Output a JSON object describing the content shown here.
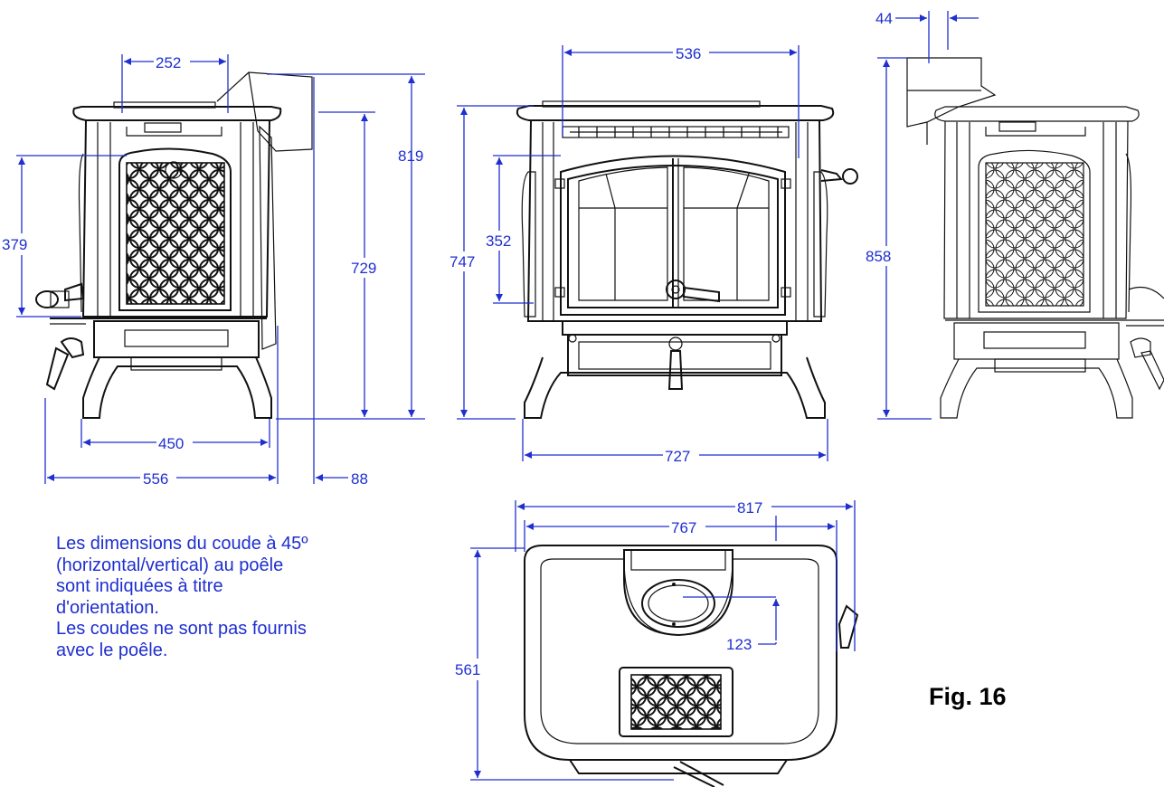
{
  "colors": {
    "dimension": "#1f2fd0",
    "outline": "#111111"
  },
  "dimensions": {
    "side_left_top_width": "252",
    "side_left_height_total": "819",
    "side_left_height_top": "729",
    "side_left_door_height": "379",
    "side_left_leg_span": "450",
    "side_left_depth": "556",
    "side_left_flue_offset": "88",
    "front_width_top": "536",
    "front_height": "747",
    "front_door_height": "352",
    "front_width_total": "727",
    "right_flue_offset": "44",
    "right_height_total": "858",
    "top_width_total": "817",
    "top_width_body": "767",
    "top_depth": "561",
    "top_flue_offset": "123"
  },
  "note": {
    "lines": [
      "Les dimensions du coude à 45º",
      "(horizontal/vertical) au poêle",
      "sont indiquées à titre",
      "d'orientation.",
      "Les coudes ne sont pas fournis",
      "avec le poêle."
    ]
  },
  "figure_label": "Fig. 16"
}
